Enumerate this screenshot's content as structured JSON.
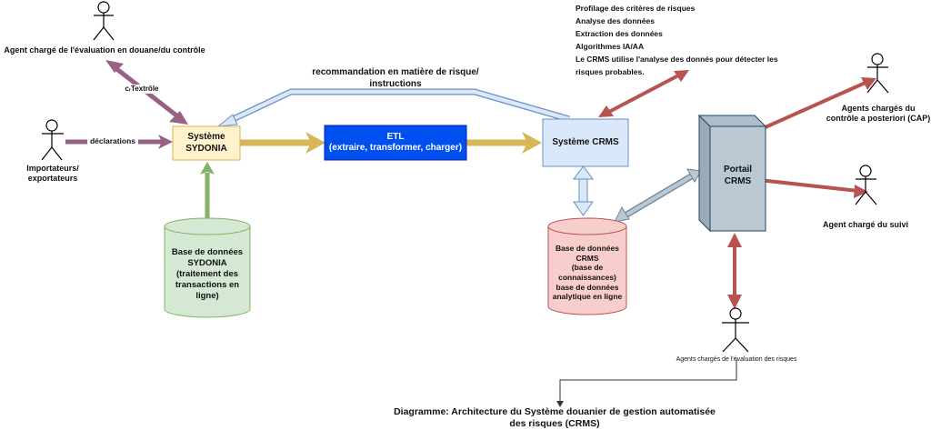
{
  "diagram": {
    "caption": {
      "line1": "Diagramme: Architecture du Système douanier de gestion automatisée",
      "line2": "des risques (CRMS)"
    },
    "actors": {
      "agent_evaluation_douane": "Agent chargé de l'évaluation en douane/du contrôle",
      "importateurs_line1": "Importateurs/",
      "importateurs_line2": "exportateurs",
      "agents_cap_line1": "Agents chargés du",
      "agents_cap_line2": "contrôle a posteriori (CAP)",
      "agent_suivi": "Agent chargé du suivi",
      "agents_evaluation_risques": "Agents chargés de l'évaluation des risques"
    },
    "nodes": {
      "sydonia_line1": "Système",
      "sydonia_line2": "SYDONIA",
      "etl_line1": "ETL",
      "etl_line2": "(extraire, transformer, charger)",
      "crms_system": "Système CRMS",
      "portail_line1": "Portail",
      "portail_line2": "CRMS",
      "db_sydonia": [
        "Base de données",
        "SYDONIA",
        "(traitement des",
        "transactions en",
        "ligne)"
      ],
      "db_crms": [
        "Base de données",
        "CRMS",
        "(base de",
        "connaissances)",
        "base de données",
        "analytique en ligne"
      ]
    },
    "edge_labels": {
      "controle": "cᵣTextrôle",
      "declarations": "déclarations",
      "recommandation_line1": "recommandation en matière de risque/",
      "recommandation_line2": "instructions"
    },
    "crms_features": [
      "Profilage des critères de risques",
      "Analyse des données",
      "Extraction des données",
      "Algorithmes IA/AA",
      "Le CRMS utilise l'analyse des donnés pour détecter les",
      "risques probables."
    ],
    "colors": {
      "purple_arrow": "#996185",
      "gold_arrow": "#D6B656",
      "green_arrow": "#82B366",
      "red_arrow": "#B85450",
      "light_blue_arrow": "#DAE8FC",
      "light_blue_stroke": "#6C8EBF",
      "gray_blue_arrow": "#BAC8D3",
      "sydonia_fill": "#FFF2CC",
      "etl_fill": "#0050EF",
      "crms_fill": "#DAE8FC",
      "db_green_fill": "#D5E8D4",
      "db_red_fill": "#F8CECC",
      "portal_fill": "#BAC8D3"
    }
  }
}
